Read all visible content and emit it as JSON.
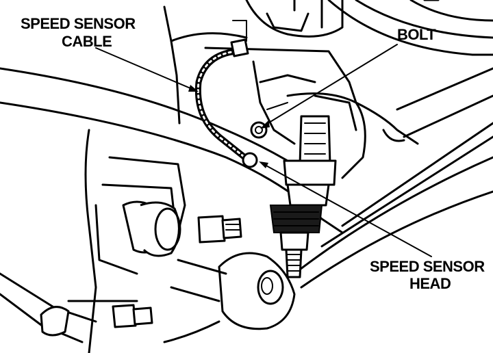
{
  "labels": {
    "speed_sensor_cable_line1": "SPEED SENSOR",
    "speed_sensor_cable_line2": "CABLE",
    "bolt": "BOLT",
    "speed_sensor_head_line1": "SPEED SENSOR",
    "speed_sensor_head_line2": "HEAD"
  },
  "colors": {
    "ink": "#000000",
    "paper": "#ffffff"
  }
}
